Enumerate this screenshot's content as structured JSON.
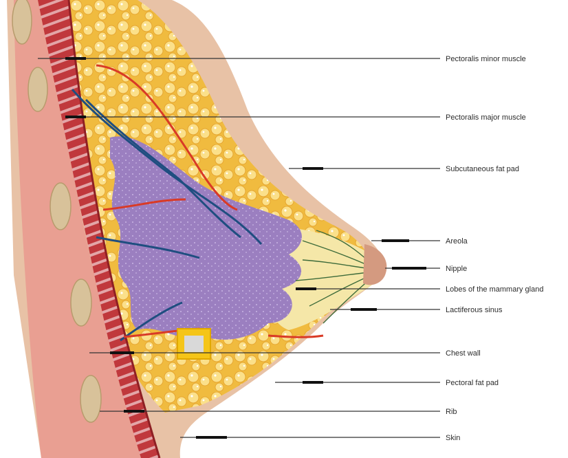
{
  "labels": {
    "pectoralis_minor": "Pectoralis minor muscle",
    "pectoralis_major": "Pectoralis major muscle",
    "subcutaneous_fat": "Subcutaneous fat pad",
    "areola": "Areola",
    "nipple": "Nipple",
    "lobes": "Lobes of the mammary gland",
    "lactiferous_sinus": "Lactiferous sinus",
    "chest_wall": "Chest wall",
    "pectoral_fat": "Pectoral fat pad",
    "rib": "Rib",
    "skin": "Skin"
  },
  "colors": {
    "skin": "#e8c2a6",
    "fat": "#f3c44c",
    "fat_globule": "#fbe08a",
    "muscle": "#b8353a",
    "chest_wall": "#e99f92",
    "gland": "#9b7fc0",
    "milk_area": "#f5e7a8",
    "vein": "#1f4e80",
    "artery": "#d93a26",
    "marker": "#f5c518",
    "leader_line": "#333333"
  }
}
